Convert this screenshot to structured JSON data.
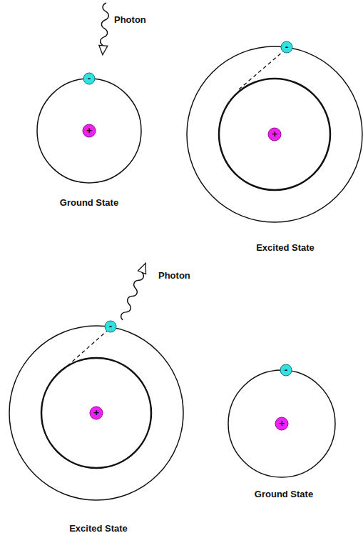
{
  "diagram": {
    "labels": [
      "Photon",
      "-",
      "+",
      "Ground State",
      "-",
      "+",
      "Excited State",
      "Photon",
      "-",
      "+",
      "Excited State",
      "-",
      "+",
      "Ground State"
    ]
  }
}
